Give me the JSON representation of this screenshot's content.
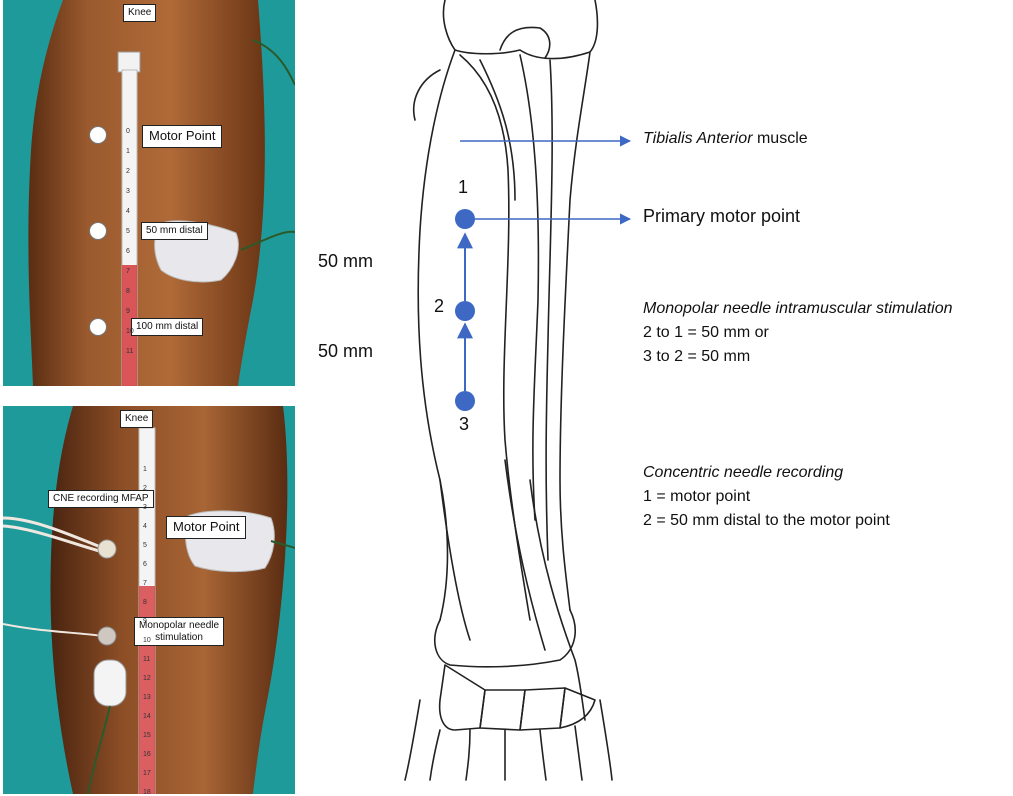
{
  "top_photo": {
    "labels": {
      "knee": "Knee",
      "motor_point": "Motor Point",
      "distal_50": "50 mm distal",
      "distal_100": "100 mm distal"
    },
    "tape_numbers": [
      "0",
      "1",
      "2",
      "3",
      "4",
      "5",
      "6",
      "7",
      "8",
      "9",
      "10",
      "11"
    ]
  },
  "bottom_photo": {
    "labels": {
      "knee": "Knee",
      "cne_recording": "CNE recording MFAP",
      "motor_point": "Motor Point",
      "monopolar_line1": "Monopolar needle",
      "monopolar_line2": "stimulation"
    },
    "tape_numbers": [
      "1",
      "2",
      "3",
      "4",
      "5",
      "6",
      "7",
      "8",
      "9",
      "10",
      "11",
      "12",
      "13",
      "14",
      "15",
      "16",
      "17",
      "18"
    ]
  },
  "diagram": {
    "distance_labels": [
      "50 mm",
      "50 mm"
    ],
    "point_labels": [
      "1",
      "2",
      "3"
    ],
    "muscle_label": {
      "italic": "Tibialis Anterior",
      "rest": " muscle"
    },
    "primary_motor_point": "Primary motor point",
    "monopolar": {
      "title": "Monopolar needle intramuscular stimulation",
      "line1": "2 to 1 = 50 mm or",
      "line2": "3 to 2 = 50 mm"
    },
    "concentric": {
      "title": "Concentric needle recording",
      "line1": "1 = motor point",
      "line2": "2 = 50 mm distal to the motor point"
    },
    "colors": {
      "marker": "#3d68c4",
      "arrow": "#3d68c4",
      "skin": "#8a4a22",
      "background": "#1f9a9a"
    }
  }
}
